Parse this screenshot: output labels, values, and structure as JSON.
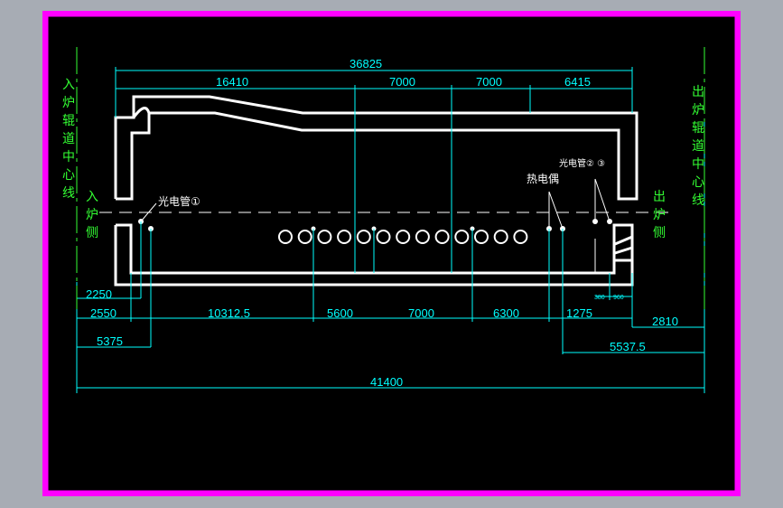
{
  "colors": {
    "background": "#a7acb4",
    "border": "#ff00ff",
    "canvas": "#000000",
    "dimension": "#00ffff",
    "geometry": "#ffffff",
    "centerline": "#33ff33"
  },
  "dimensions": {
    "top_total": "36825",
    "top_seg1": "16410",
    "top_seg2": "7000",
    "top_seg3": "7000",
    "top_seg4": "6415",
    "bot_2250": "2250",
    "bot_2550": "2550",
    "bot_5375": "5375",
    "bot_10312": "10312.5",
    "bot_5600": "5600",
    "bot_7000": "7000",
    "bot_6300": "6300",
    "bot_1275": "1275",
    "bot_2810": "2810",
    "bot_5537": "5537.5",
    "bot_total": "41400",
    "small_a": "380",
    "small_b": "960"
  },
  "labels": {
    "entry_centerline": "入炉辊道中心线",
    "exit_centerline": "出炉辊道中心线",
    "entry_side": "入炉侧",
    "exit_side": "出炉侧",
    "photocell_1": "光电管①",
    "thermocouple": "热电偶",
    "photocell_2_3": "光电管② ③"
  },
  "roller_count": 13
}
